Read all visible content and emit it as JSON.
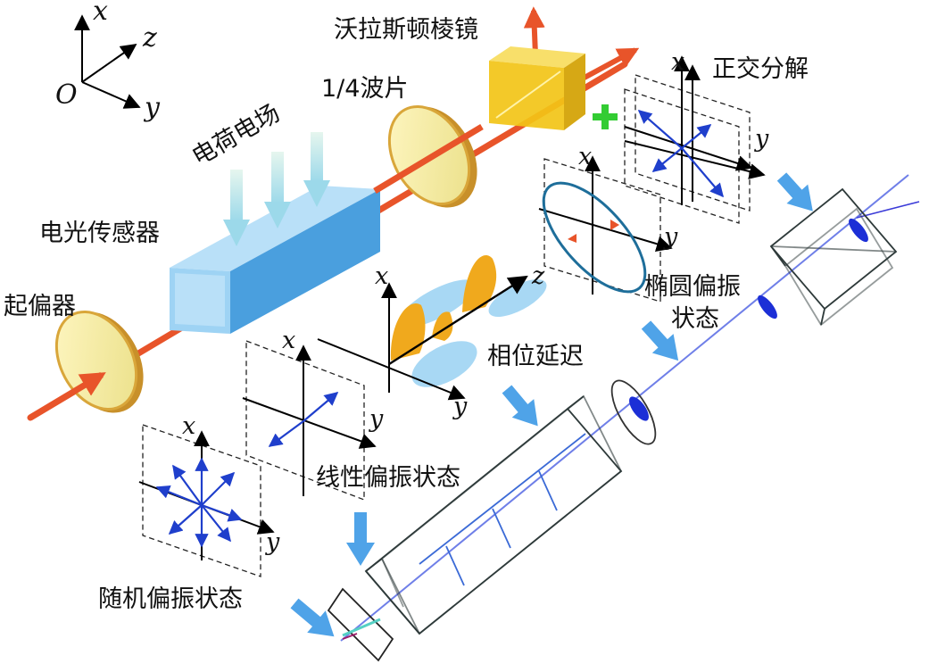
{
  "labels": {
    "wollaston_prism": "沃拉斯顿棱镜",
    "quarter_wave_plate": "1/4波片",
    "orthogonal_decomposition": "正交分解",
    "charge_field": "电荷电场",
    "eo_sensor": "电光传感器",
    "polarizer": "起偏器",
    "elliptical_state_line1": "椭圆偏振",
    "elliptical_state_line2": "状态",
    "phase_delay": "相位延迟",
    "linear_state": "线性偏振状态",
    "random_state": "随机偏振状态"
  },
  "axes": {
    "x": "x",
    "y": "y",
    "z": "z",
    "origin": "O"
  },
  "colors": {
    "laser": "#e8542a",
    "sensor_blue": "#5aaee6",
    "lens_gold": "#d9a63a",
    "lens_fill": "#f3eaa6",
    "prism_yellow": "#f2c417",
    "wave_orange": "#f0a91d",
    "wave_blue": "#a8d8f4",
    "pol_arrow": "#1f3fcc",
    "cue_arrow": "#4fa3e8",
    "plus_green": "#33cc33"
  }
}
